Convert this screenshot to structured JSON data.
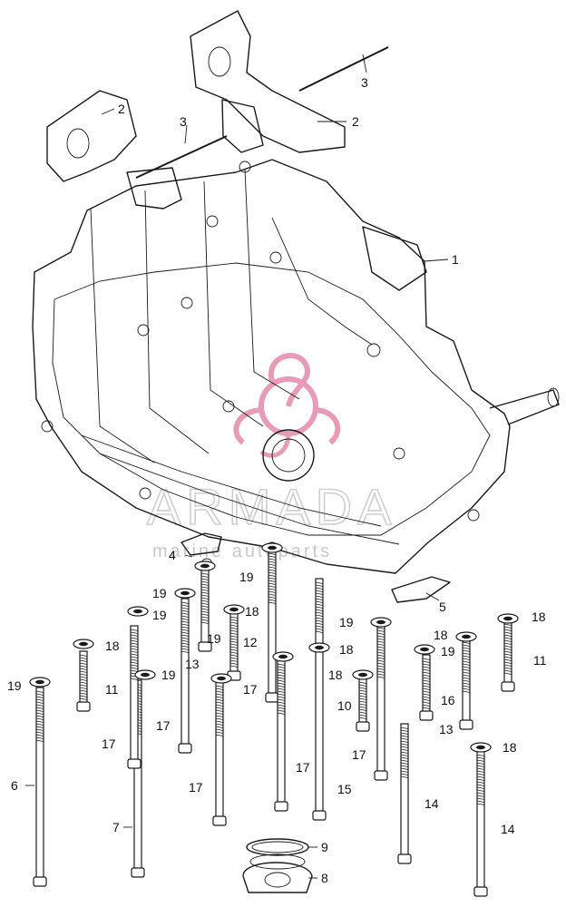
{
  "watermark": {
    "brand": "ARMADA",
    "tagline": "marine autoparts",
    "logo": "octopus-logo-icon",
    "logo_color": "#e07aa0"
  },
  "callouts": {
    "c1": "1",
    "c2a": "2",
    "c2b": "2",
    "c3a": "3",
    "c3b": "3",
    "c4": "4",
    "c5": "5",
    "c6": "6",
    "c7": "7",
    "c8": "8",
    "c9": "9",
    "c10": "10",
    "c11a": "11",
    "c11b": "11",
    "c12": "12",
    "c13a": "13",
    "c13b": "13",
    "c14a": "14",
    "c14b": "14",
    "c15": "15",
    "c16": "16",
    "c17a": "17",
    "c17b": "17",
    "c17c": "17",
    "c17d": "17",
    "c17e": "17",
    "c17f": "17",
    "c18a": "18",
    "c18b": "18",
    "c18c": "18",
    "c18d": "18",
    "c18e": "18",
    "c18f": "18",
    "c18g": "18",
    "c19a": "19",
    "c19b": "19",
    "c19c": "19",
    "c19d": "19",
    "c19e": "19",
    "c19f": "19",
    "c19g": "19",
    "c19h": "19"
  }
}
